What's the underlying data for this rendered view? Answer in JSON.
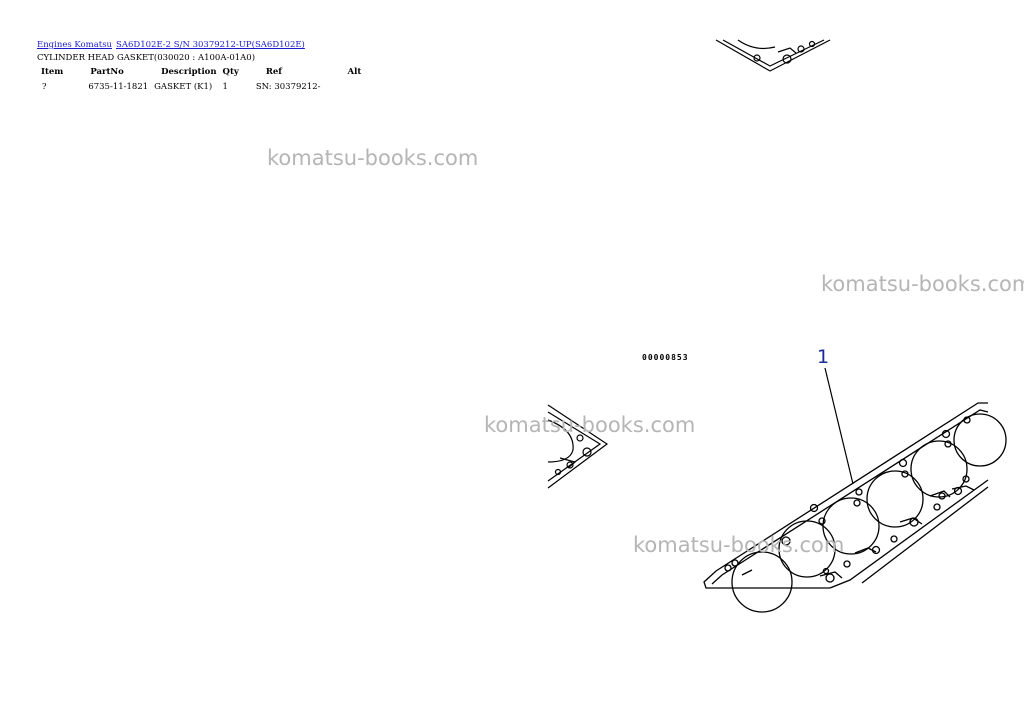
{
  "breadcrumb": {
    "link1": "Engines Komatsu",
    "link2": "SA6D102E-2 S/N 30379212-UP(SA6D102E)"
  },
  "subtitle": "CYLINDER HEAD GASKET(030020 : A100A-01A0)",
  "table": {
    "headers": [
      "Item",
      "PartNo",
      "Description",
      "Qty",
      "Ref",
      "Alt"
    ],
    "rows": [
      [
        "?",
        "6735-11-1821",
        "GASKET (K1)",
        "1",
        "SN: 30379212-",
        ""
      ]
    ]
  },
  "watermark": "komatsu-books.com",
  "figure": {
    "code": "00000853",
    "callout": "1",
    "line_color": "#000000",
    "callout_color": "#1a2a9a"
  }
}
